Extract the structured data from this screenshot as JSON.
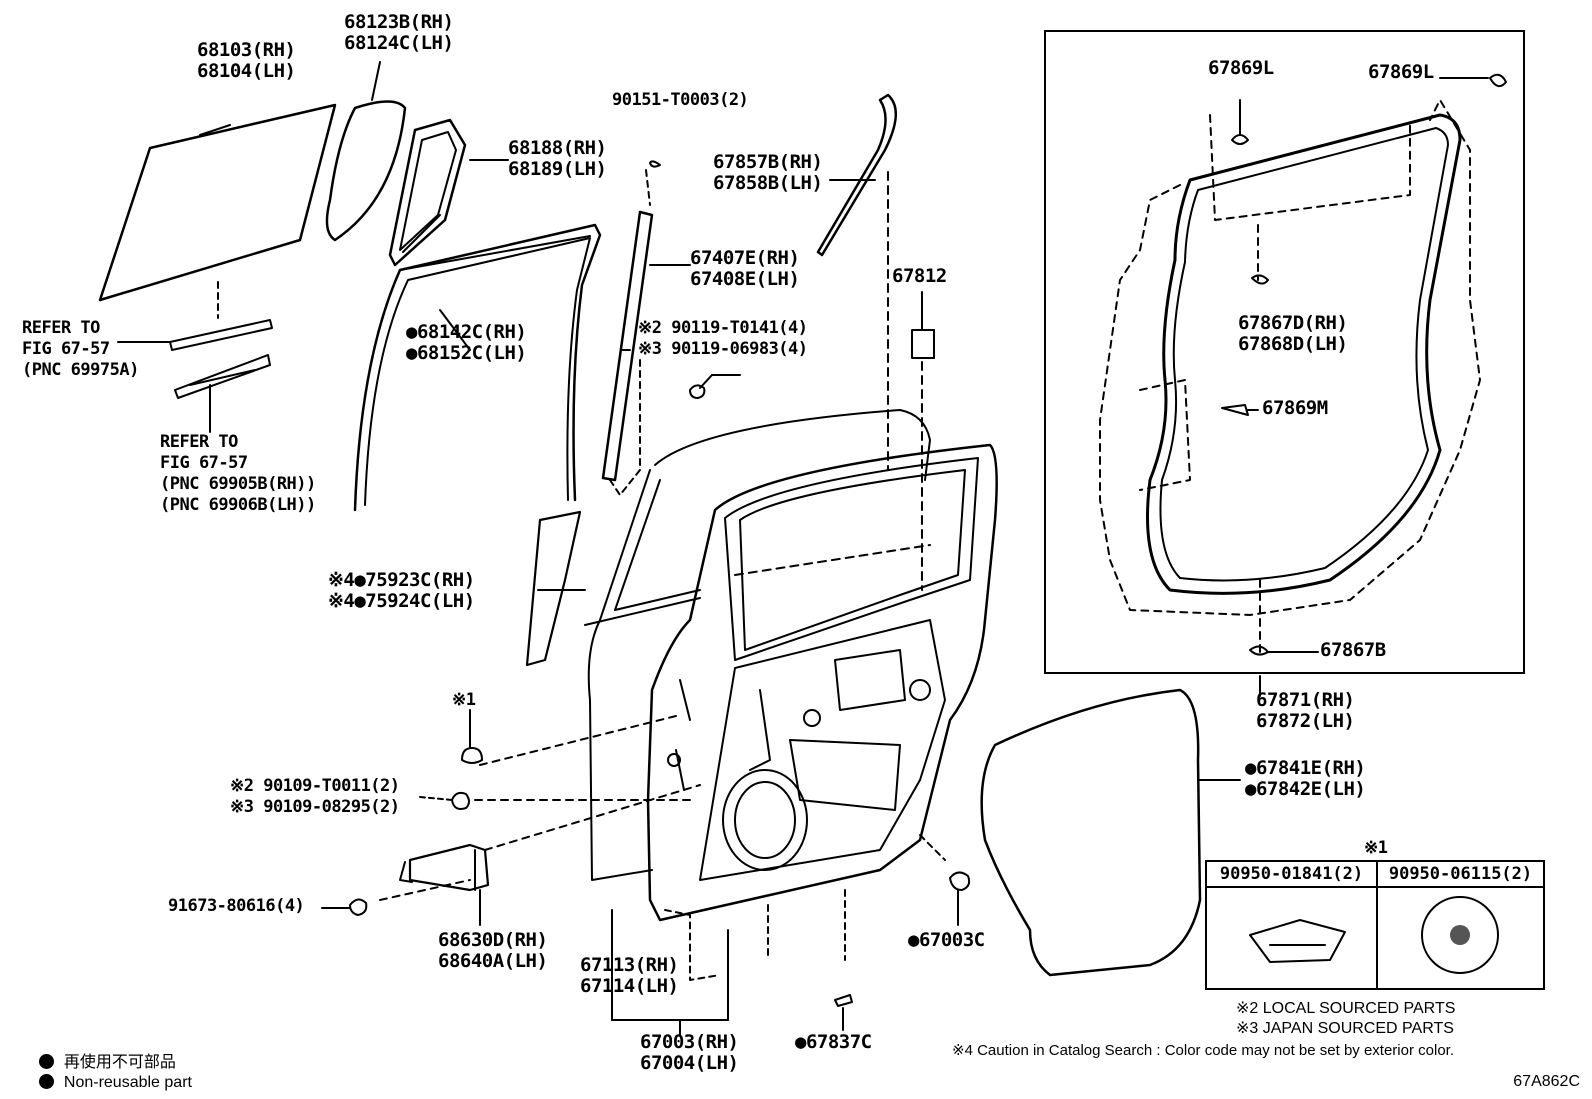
{
  "labels": {
    "glass": "68103(RH)\n68104(LH)",
    "quarter_glass": "68123B(RH)\n68124C(LH)",
    "quarter_frame": "68188(RH)\n68189(LH)",
    "screw_top": "90151-T0003(2)",
    "run_channel": "67857B(RH)\n67858B(LH)",
    "division_bar": "67407E(RH)\n67408E(LH)",
    "glass_run": "●68142C(RH)\n●68152C(LH)",
    "bolt_top": "※2 90119-T0141(4)\n※3 90119-06983(4)",
    "part_67812": "67812",
    "refer_1": "REFER TO\nFIG 67-57\n(PNC 69975A)",
    "refer_2": "REFER TO\nFIG 67-57\n(PNC 69905B(RH))\n(PNC 69906B(LH))",
    "tape": "※4●75923C(RH)\n※4●75924C(LH)",
    "clip_ref": "※1",
    "bolt_mid": "※2 90109-T0011(2)\n※3 90109-08295(2)",
    "bolt_check": "91673-80616(4)",
    "check_assy": "68630D(RH)\n68640A(LH)",
    "panel_sub": "67113(RH)\n67114(LH)",
    "panel_assy": "67003(RH)\n67004(LH)",
    "plug_c": "●67003C",
    "part_67837C": "●67837C",
    "clip_l1": "67869L",
    "clip_l2": "67869L",
    "weather_clip": "67867D(RH)\n67868D(LH)",
    "clip_m": "67869M",
    "clip_b": "67867B",
    "weatherstrip": "67871(RH)\n67872(LH)",
    "hole_cover": "●67841E(RH)\n●67842E(LH)"
  },
  "clip_table": {
    "ref": "※1",
    "col1": "90950-01841(2)",
    "col2": "90950-06115(2)"
  },
  "notes": {
    "local": "※2 LOCAL SOURCED PARTS",
    "japan": "※3 JAPAN SOURCED PARTS",
    "caution": "※4 Caution in Catalog Search : Color code may not be set by exterior color."
  },
  "legend": {
    "jp": "再使用不可部品",
    "en": "Non-reusable part"
  },
  "diagram_code": "67A862C"
}
